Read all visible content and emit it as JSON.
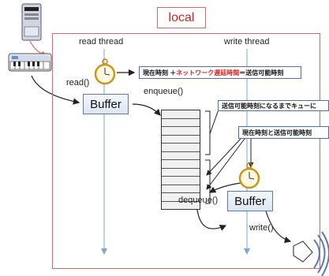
{
  "container_label": "local",
  "threads": {
    "read": "read thread",
    "write": "write thread"
  },
  "calls": {
    "read": "read()",
    "enqueue": "enqueue()",
    "dequeue": "dequeue()",
    "write": "write()"
  },
  "buffers": {
    "left": "Buffer",
    "right": "Buffer"
  },
  "notes": {
    "send_time_part1": "現在時刻 ＋",
    "send_time_red": "ネットワーク遅延時間",
    "send_time_part2": "＝送信可能時刻",
    "queue_until": "送信可能時刻になるまでキューに",
    "compare": "現在時刻と送信可能時刻"
  },
  "icons": {
    "pc": "desktop-pc-icon",
    "keyboard": "midi-keyboard-icon",
    "clock_read": "pocket-watch-icon",
    "clock_write": "pocket-watch-icon",
    "speaker": "speaker-icon"
  },
  "colors": {
    "frame": "#d46a6a",
    "label_red": "#cc2222",
    "thread_line": "#7aa6d8",
    "buffer_border": "#5a7ab0",
    "note_red": "#d62020"
  },
  "queue_slots": 12
}
